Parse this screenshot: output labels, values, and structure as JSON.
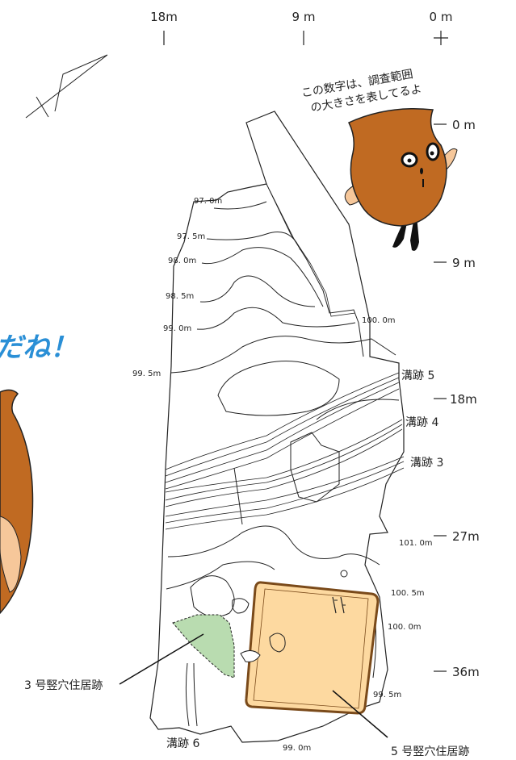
{
  "scale_top": [
    "18m",
    "9 m",
    "0 m"
  ],
  "scale_right": [
    "0 m",
    "9 m",
    "18m",
    "27m",
    "36m"
  ],
  "speech": [
    "この数字は、調査範囲",
    "の大きさを表してるよ"
  ],
  "partial_caption": "だね！",
  "contours": [
    "97. 0m",
    "97. 5m",
    "98. 0m",
    "98. 5m",
    "99. 0m",
    "99. 5m",
    "100. 0m",
    "101. 0m",
    "100. 5m",
    "100. 0m",
    "99. 5m",
    "99. 0m"
  ],
  "features": {
    "ditch5": "溝跡 5",
    "ditch4": "溝跡 4",
    "ditch3": "溝跡 3",
    "ditch6": "溝跡 6",
    "pit3": "3 号竪穴住居跡",
    "pit5": "5 号竪穴住居跡"
  },
  "colors": {
    "mascot": "#c06a22",
    "pit5_fill": "#fdd9a0",
    "pit5_stroke": "#7a4a1a",
    "pit3_fill": "#b9dcb0",
    "caption_blue": "#2a8fd6"
  }
}
